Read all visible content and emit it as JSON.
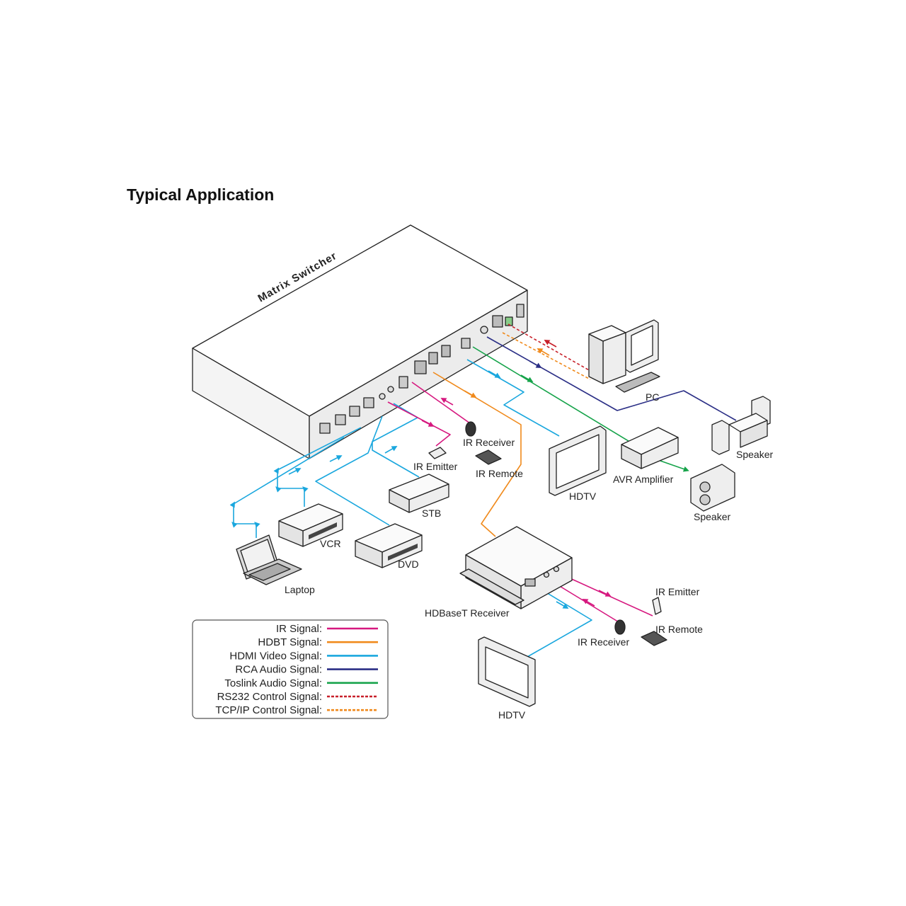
{
  "title": "Typical Application",
  "switcher_label": "Matrix Switcher",
  "devices": {
    "laptop": "Laptop",
    "vcr": "VCR",
    "dvd": "DVD",
    "stb": "STB",
    "ir_emitter_1": "IR Emitter",
    "ir_receiver_1": "IR Receiver",
    "ir_remote_1": "IR Remote",
    "hdtv_1": "HDTV",
    "pc": "PC",
    "avr": "AVR  Amplifier",
    "speaker_1": "Speaker",
    "speaker_2": "Speaker",
    "hdbaset_receiver": "HDBaseT Receiver",
    "hdtv_2": "HDTV",
    "ir_emitter_2": "IR Emitter",
    "ir_receiver_2": "IR Receiver",
    "ir_remote_2": "IR Remote"
  },
  "legend": [
    {
      "label": "IR  Signal:",
      "color": "#d6187f",
      "style": "solid"
    },
    {
      "label": "HDBT  Signal:",
      "color": "#f08a1c",
      "style": "solid"
    },
    {
      "label": "HDMI Video Signal:",
      "color": "#1aa7de",
      "style": "solid"
    },
    {
      "label": "RCA Audio Signal:",
      "color": "#2b2f86",
      "style": "solid"
    },
    {
      "label": "Toslink Audio Signal:",
      "color": "#16a34a",
      "style": "solid"
    },
    {
      "label": "RS232 Control  Signal:",
      "color": "#c8202a",
      "style": "dashed"
    },
    {
      "label": "TCP/IP Control  Signal:",
      "color": "#f08a1c",
      "style": "dashed"
    }
  ]
}
